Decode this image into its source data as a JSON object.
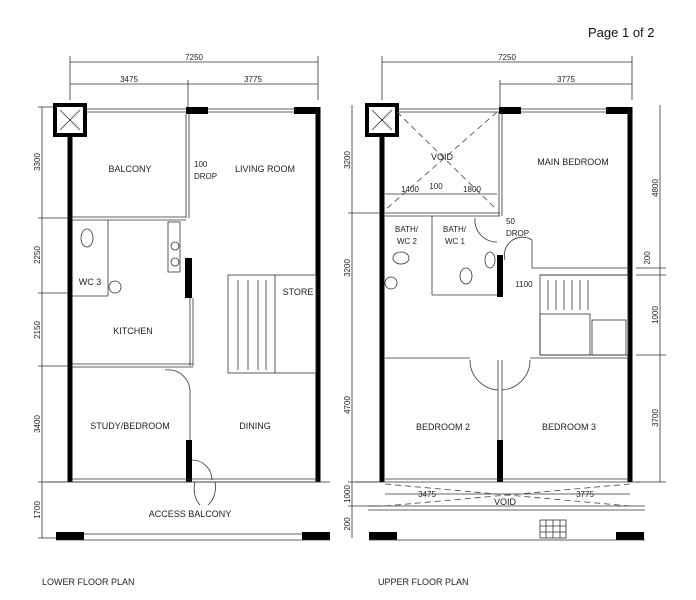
{
  "page_label": "Page 1 of 2",
  "lower": {
    "caption": "LOWER FLOOR PLAN",
    "dims_top": {
      "total": "7250",
      "left": "3475",
      "right": "3775"
    },
    "dims_left": [
      "3300",
      "2250",
      "2150",
      "3400",
      "1700"
    ],
    "rooms": {
      "balcony": "BALCONY",
      "living": "LIVING ROOM",
      "wc": "WC 3",
      "kitchen": "KITCHEN",
      "store": "STORE",
      "study": "STUDY/BEDROOM",
      "dining": "DINING",
      "access": "ACCESS BALCONY"
    },
    "drop_label": "100",
    "drop_word": "DROP"
  },
  "upper": {
    "caption": "UPPER FLOOR PLAN",
    "dims_top": {
      "total": "7250",
      "right": "3775"
    },
    "dims_left": [
      "3200",
      "3200",
      "4700",
      "1000",
      "200"
    ],
    "dims_right": [
      "4800",
      "200",
      "1000",
      "3700"
    ],
    "dims_bottom": {
      "left": "3475",
      "right": "3775"
    },
    "void_dims": [
      "1400",
      "100",
      "1800"
    ],
    "stair_dim": "1100",
    "rooms": {
      "void_top": "VOID",
      "main_bedroom": "MAIN BEDROOM",
      "bath2_a": "BATH/",
      "bath2_b": "WC 2",
      "bath1_a": "BATH/",
      "bath1_b": "WC 1",
      "bedroom2": "BEDROOM 2",
      "bedroom3": "BEDROOM 3",
      "void_bottom": "VOID"
    },
    "drop_label": "50",
    "drop_word": "DROP"
  }
}
